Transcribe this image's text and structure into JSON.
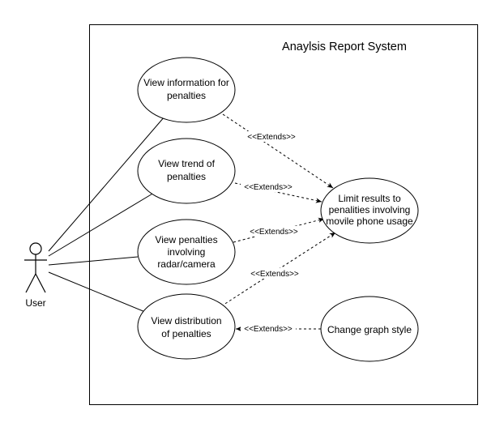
{
  "system": {
    "title": "Anaylsis Report System"
  },
  "actor": {
    "label": "User"
  },
  "use_cases": {
    "view_info": [
      "View information for",
      "penalties"
    ],
    "view_trend": [
      "View trend of",
      "penalties"
    ],
    "view_radar": [
      "View penalties",
      "involving",
      "radar/camera"
    ],
    "view_distribution": [
      "View distribution",
      "of penalties"
    ],
    "limit_results": [
      "Limit results to",
      "penalities involving",
      "movile phone usage"
    ],
    "change_style": [
      "Change graph style"
    ]
  },
  "relations": {
    "extends_label": "<<Extends>>"
  }
}
